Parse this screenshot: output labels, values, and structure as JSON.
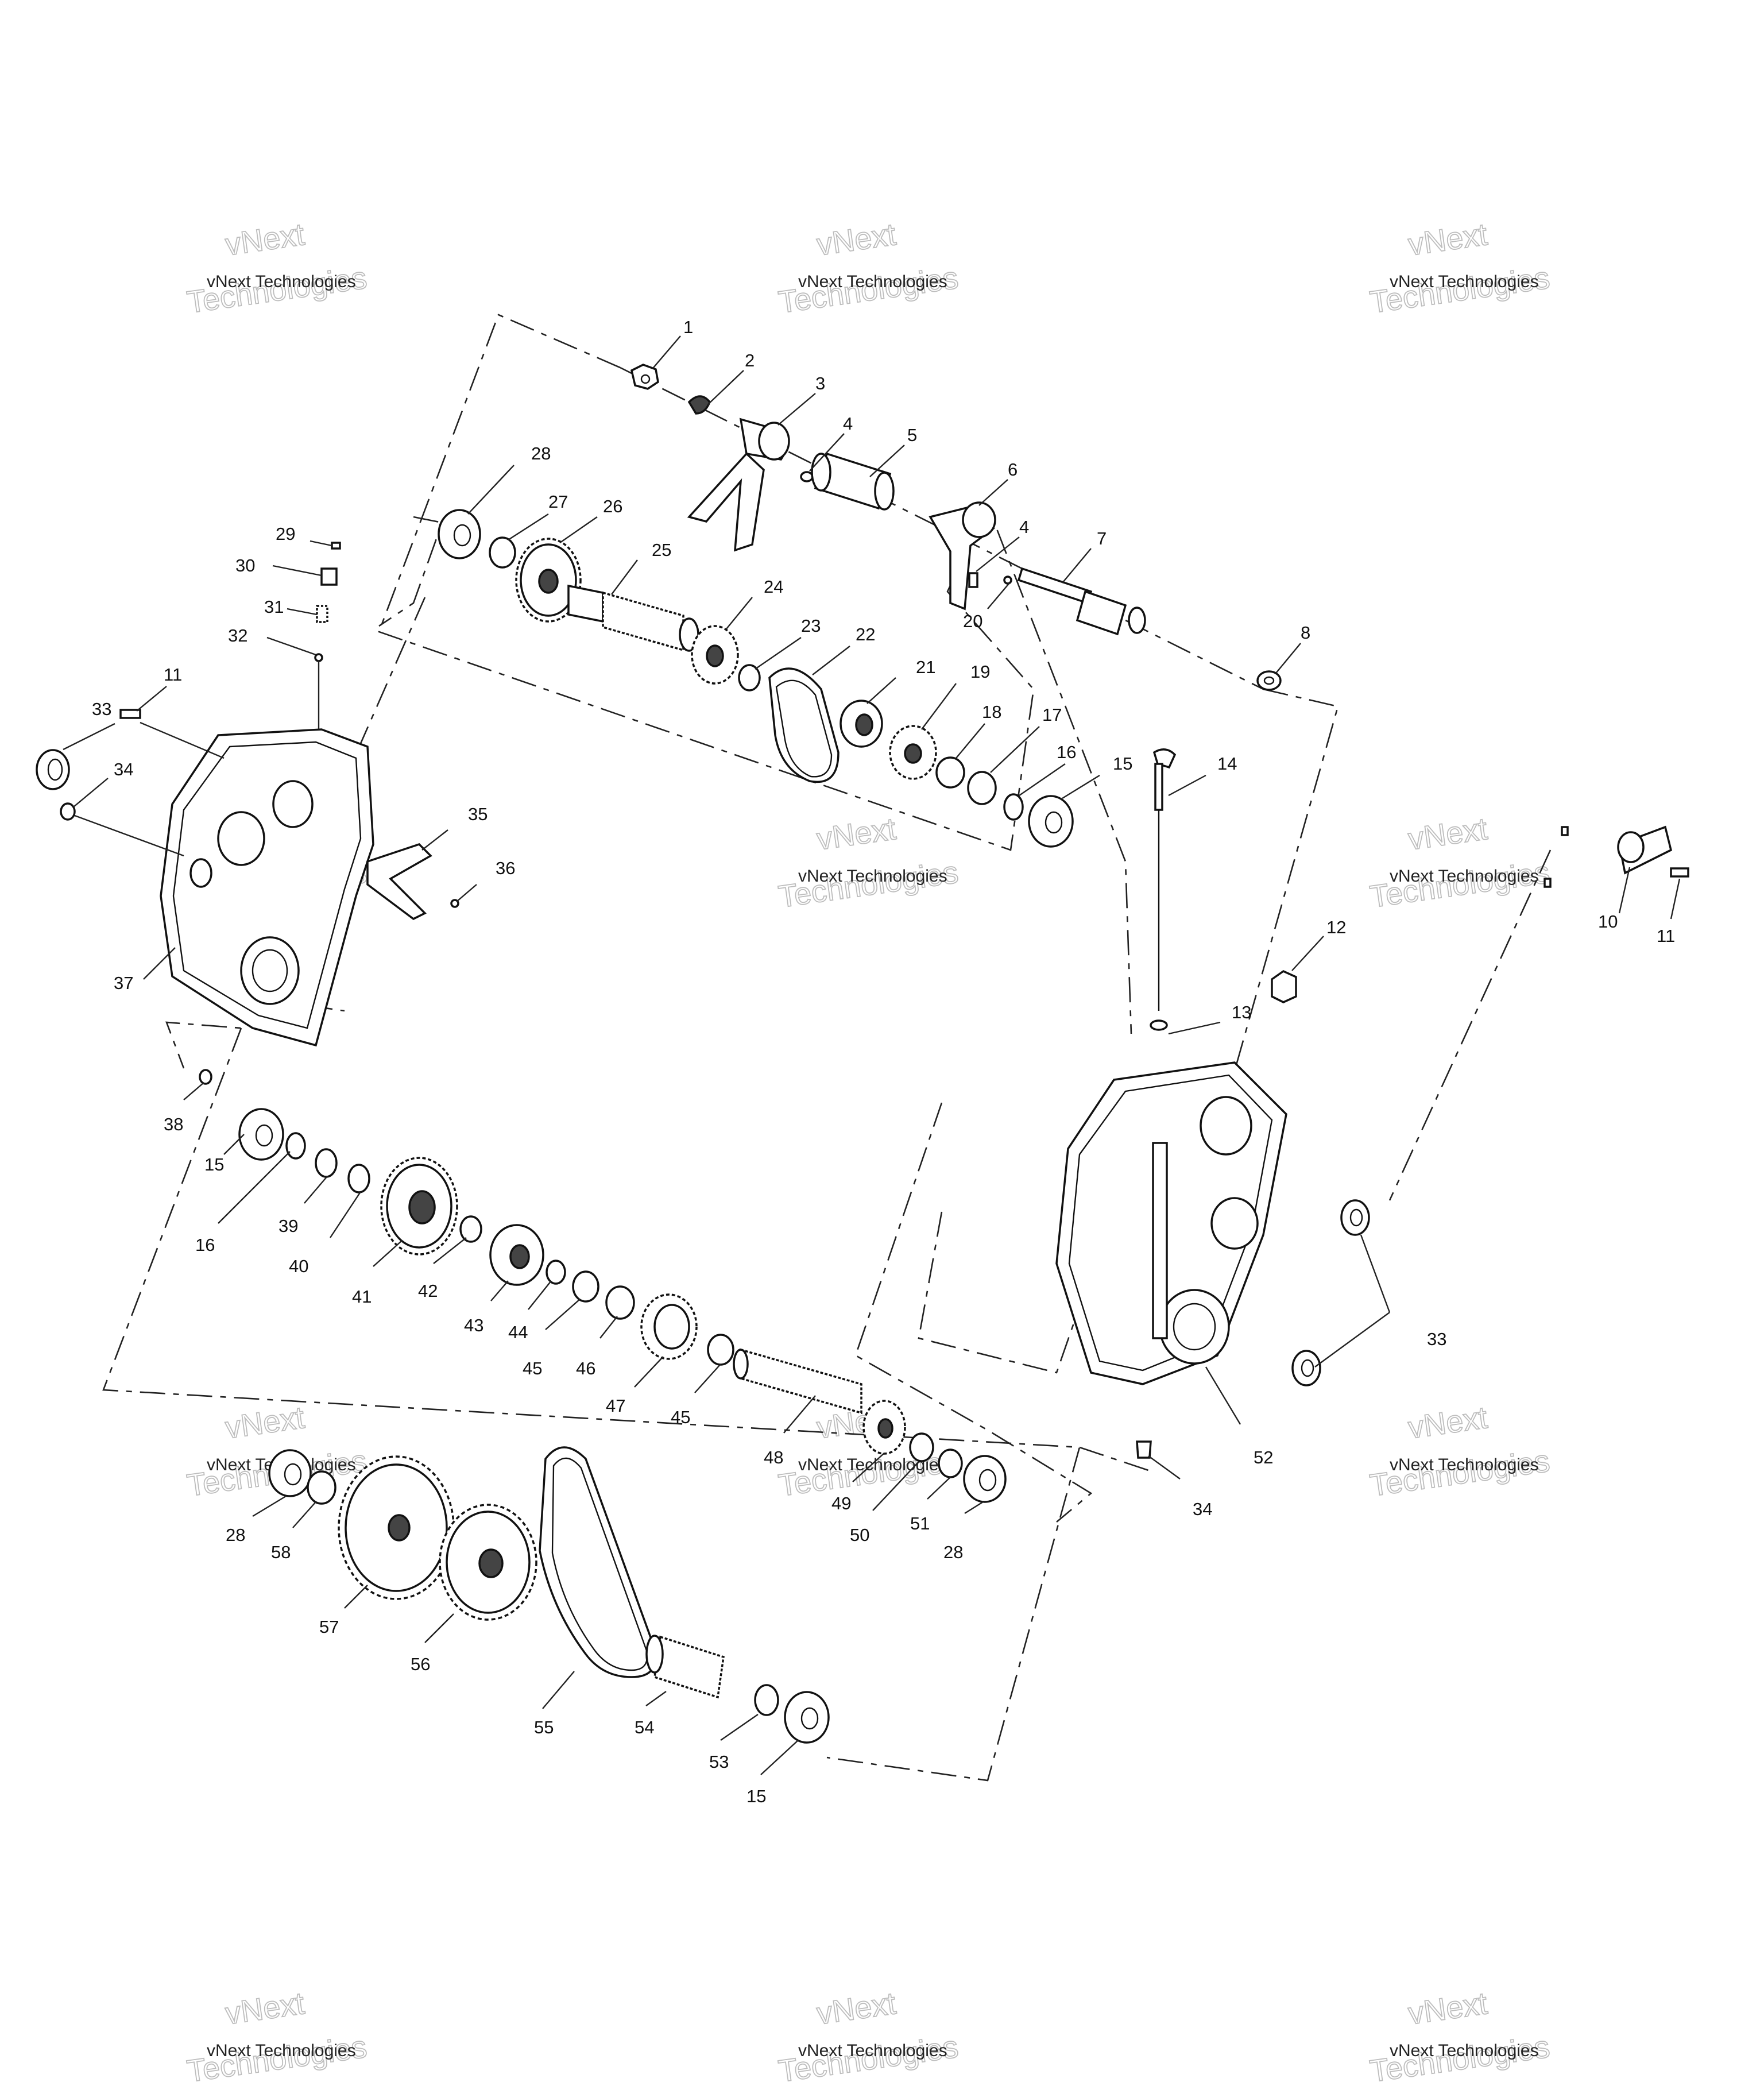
{
  "watermark": {
    "line1": "vNext Technologies",
    "line2": "vNext",
    "line3": "Technologies",
    "color": "#bdbdbd"
  },
  "callouts": [
    {
      "id": "c1",
      "text": "1"
    },
    {
      "id": "c2",
      "text": "2"
    },
    {
      "id": "c3",
      "text": "3"
    },
    {
      "id": "c4a",
      "text": "4"
    },
    {
      "id": "c5",
      "text": "5"
    },
    {
      "id": "c6",
      "text": "6"
    },
    {
      "id": "c4b",
      "text": "4"
    },
    {
      "id": "c7",
      "text": "7"
    },
    {
      "id": "c20",
      "text": "20"
    },
    {
      "id": "c8",
      "text": "8"
    },
    {
      "id": "c28a",
      "text": "28"
    },
    {
      "id": "c27",
      "text": "27"
    },
    {
      "id": "c26",
      "text": "26"
    },
    {
      "id": "c25",
      "text": "25"
    },
    {
      "id": "c24",
      "text": "24"
    },
    {
      "id": "c23",
      "text": "23"
    },
    {
      "id": "c22",
      "text": "22"
    },
    {
      "id": "c21",
      "text": "21"
    },
    {
      "id": "c19",
      "text": "19"
    },
    {
      "id": "c18",
      "text": "18"
    },
    {
      "id": "c17",
      "text": "17"
    },
    {
      "id": "c16a",
      "text": "16"
    },
    {
      "id": "c15a",
      "text": "15"
    },
    {
      "id": "c14",
      "text": "14"
    },
    {
      "id": "c29",
      "text": "29"
    },
    {
      "id": "c30",
      "text": "30"
    },
    {
      "id": "c31",
      "text": "31"
    },
    {
      "id": "c32",
      "text": "32"
    },
    {
      "id": "c11a",
      "text": "11"
    },
    {
      "id": "c33a",
      "text": "33"
    },
    {
      "id": "c34a",
      "text": "34"
    },
    {
      "id": "c35",
      "text": "35"
    },
    {
      "id": "c36",
      "text": "36"
    },
    {
      "id": "c37",
      "text": "37"
    },
    {
      "id": "c38",
      "text": "38"
    },
    {
      "id": "c10",
      "text": "10"
    },
    {
      "id": "c11b",
      "text": "11"
    },
    {
      "id": "c12",
      "text": "12"
    },
    {
      "id": "c13",
      "text": "13"
    },
    {
      "id": "c33b",
      "text": "33"
    },
    {
      "id": "c52",
      "text": "52"
    },
    {
      "id": "c34b",
      "text": "34"
    },
    {
      "id": "c15b",
      "text": "15"
    },
    {
      "id": "c16b",
      "text": "16"
    },
    {
      "id": "c39",
      "text": "39"
    },
    {
      "id": "c40",
      "text": "40"
    },
    {
      "id": "c41",
      "text": "41"
    },
    {
      "id": "c42",
      "text": "42"
    },
    {
      "id": "c43",
      "text": "43"
    },
    {
      "id": "c44",
      "text": "44"
    },
    {
      "id": "c45a",
      "text": "45"
    },
    {
      "id": "c46",
      "text": "46"
    },
    {
      "id": "c47",
      "text": "47"
    },
    {
      "id": "c45b",
      "text": "45"
    },
    {
      "id": "c48",
      "text": "48"
    },
    {
      "id": "c49",
      "text": "49"
    },
    {
      "id": "c50",
      "text": "50"
    },
    {
      "id": "c51",
      "text": "51"
    },
    {
      "id": "c28b",
      "text": "28"
    },
    {
      "id": "c28c",
      "text": "28"
    },
    {
      "id": "c58",
      "text": "58"
    },
    {
      "id": "c57",
      "text": "57"
    },
    {
      "id": "c56",
      "text": "56"
    },
    {
      "id": "c55",
      "text": "55"
    },
    {
      "id": "c54",
      "text": "54"
    },
    {
      "id": "c53",
      "text": "53"
    },
    {
      "id": "c15c",
      "text": "15"
    }
  ]
}
